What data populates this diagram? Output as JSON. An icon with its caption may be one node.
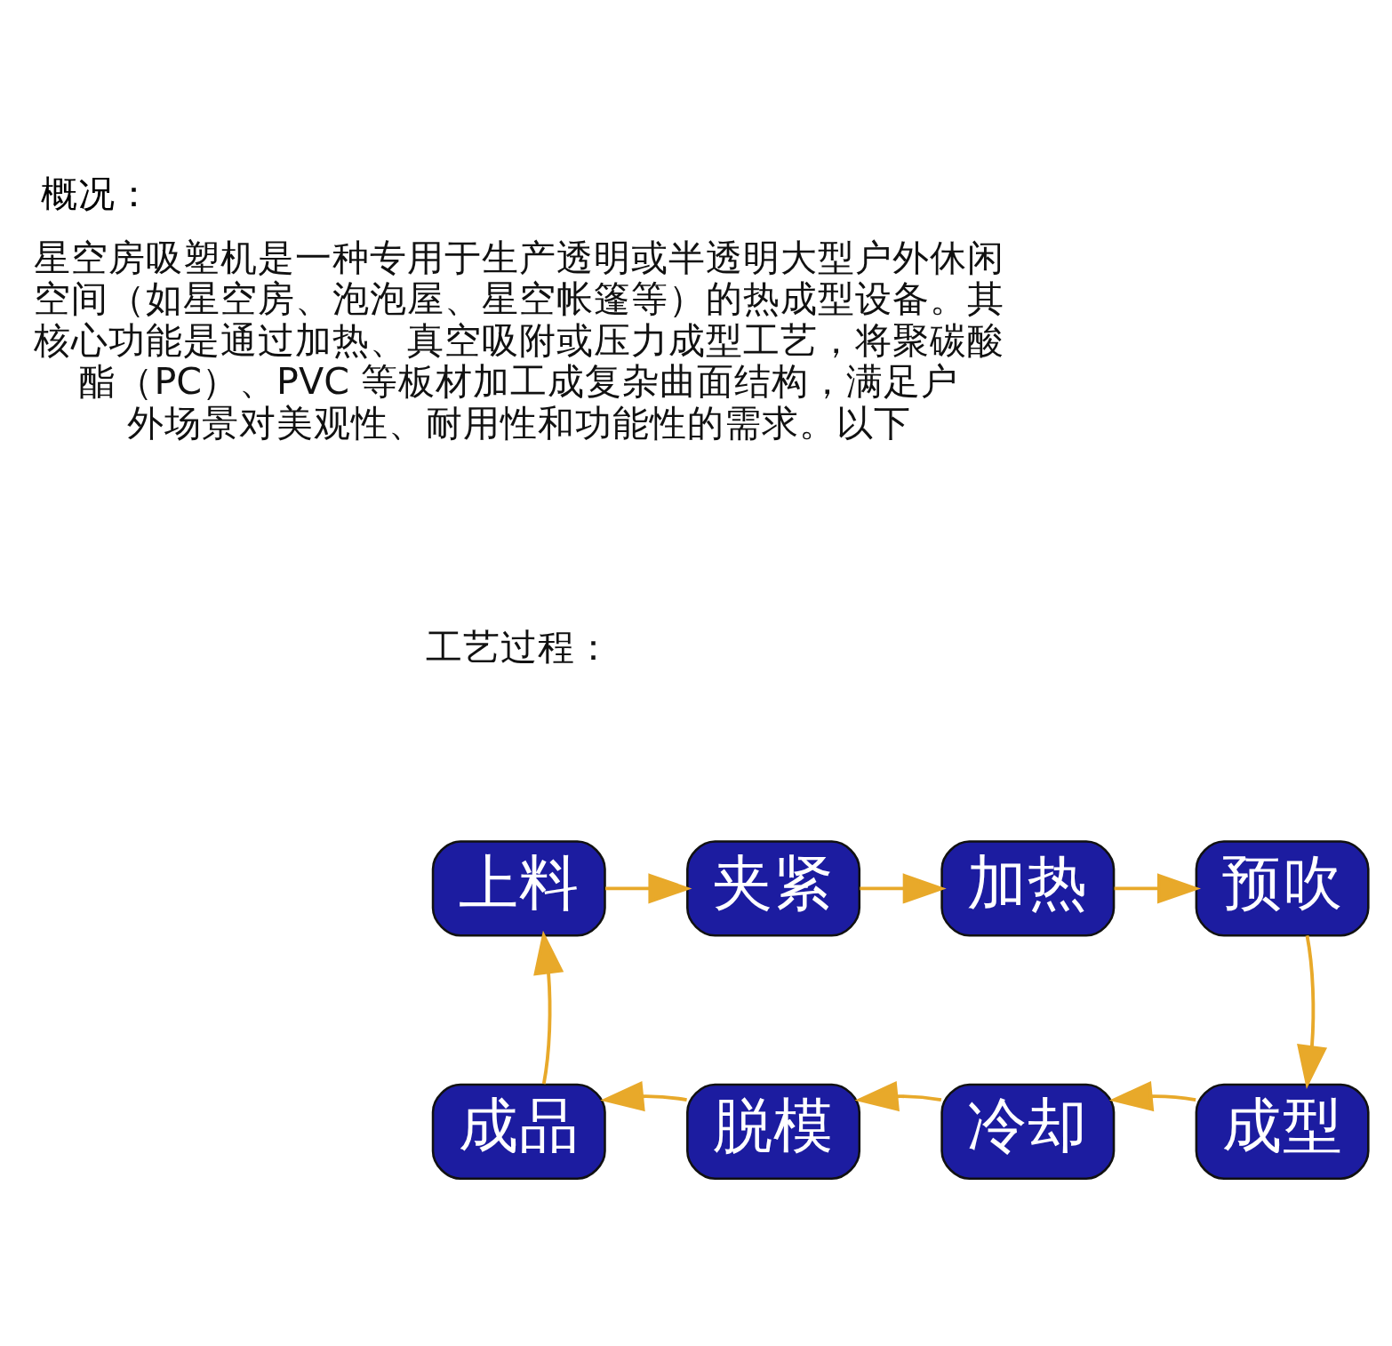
{
  "diagram": {
    "title": "概况：",
    "nodes": [
      {
        "text": [
          "上料"
        ]
      },
      {
        "text": [
          "夹紧"
        ]
      },
      {
        "text": [
          "加热"
        ]
      },
      {
        "text": [
          "预吹"
        ]
      },
      {
        "text": [
          "成型"
        ]
      },
      {
        "text": [
          "冷却"
        ]
      },
      {
        "text": [
          "脱模"
        ]
      },
      {
        "text": [
          "成品"
        ]
      }
    ],
    "edges": [
      {
        "from": 0,
        "to": 1,
        "arrow": "to"
      },
      {
        "from": 1,
        "to": 2,
        "arrow": "to"
      },
      {
        "from": 2,
        "to": 3,
        "arrow": "to"
      },
      {
        "from": 3,
        "to": 4,
        "arrow": "to"
      },
      {
        "from": 4,
        "to": 5,
        "arrow": "to"
      },
      {
        "from": 5,
        "to": 6,
        "arrow": "to"
      },
      {
        "from": 6,
        "to": 7,
        "arrow": "to"
      },
      {
        "from": 7,
        "to": 0,
        "arrow": "to"
      }
    ],
    "labels": [
      "星空房吸塑机是一种专用于生产透明或半透明大型户外休闲空间（如星空房、泡泡屋、星空帐篷等）的热成型设备。其核心功能是通过加热、真空吸附或压力成型工艺，将聚碳酸酯（PC）、PVC 等板材加工成复杂曲面结构，满足户外场景对美观性、耐用性和功能性的需求。以下",
      "工艺过程："
    ]
  }
}
